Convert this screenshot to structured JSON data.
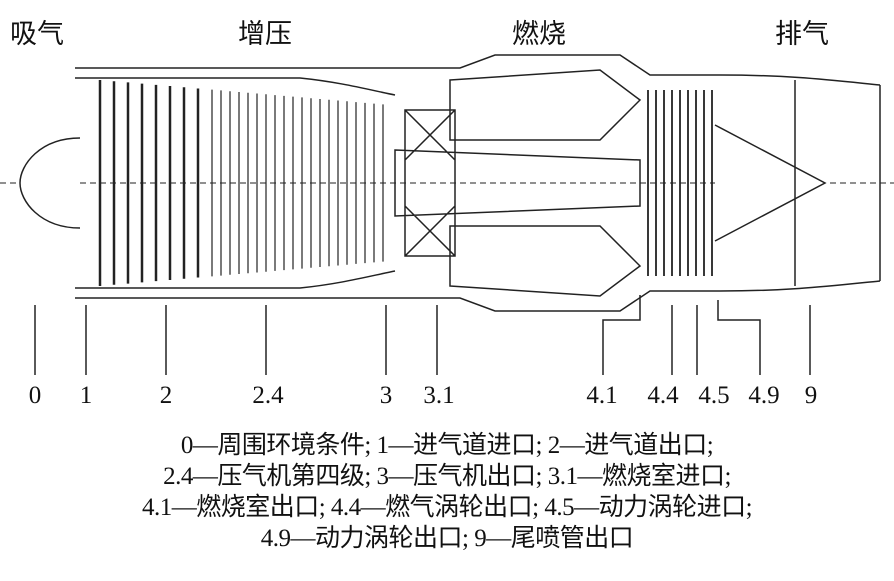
{
  "sections": [
    "吸气",
    "增压",
    "燃烧",
    "排气"
  ],
  "stations": [
    "0",
    "1",
    "2",
    "2.4",
    "3",
    "3.1",
    "4.1",
    "4.4",
    "4.5",
    "4.9",
    "9"
  ],
  "caption": [
    "0—周围环境条件; 1—进气道进口; 2—进气道出口;",
    "2.4—压气机第四级; 3—压气机出口; 3.1—燃烧室进口;",
    "4.1—燃烧室出口; 4.4—燃气涡轮出口; 4.5—动力涡轮进口;",
    "4.9—动力涡轮出口; 9—尾喷管出口"
  ]
}
